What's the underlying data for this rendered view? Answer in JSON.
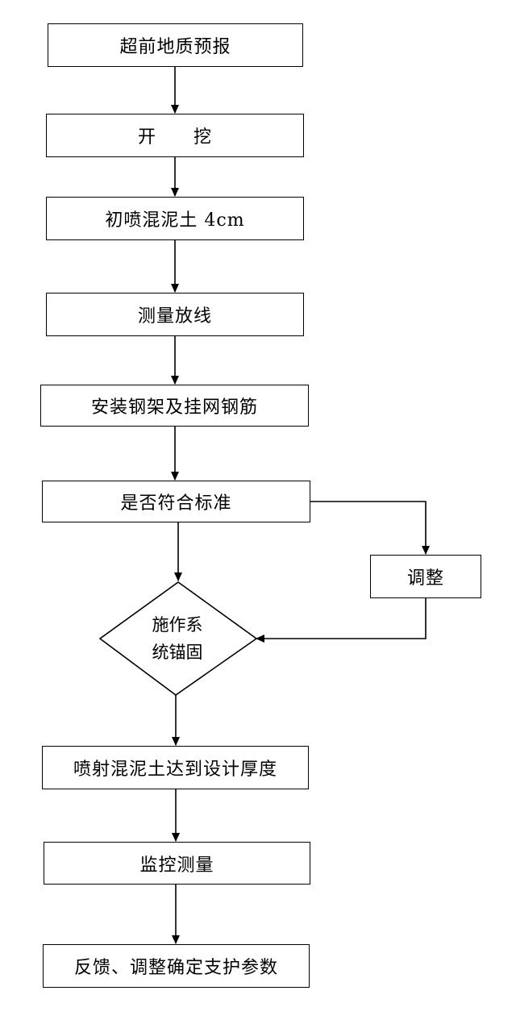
{
  "flowchart": {
    "steps": {
      "forecast": "超前地质预报",
      "excavate": "开　　挖",
      "spray_initial": "初喷混泥土 4cm",
      "survey_layout": "测量放线",
      "install_frame": "安装钢架及挂网钢筋",
      "check_standard": "是否符合标准",
      "adjust": "调整",
      "anchor_line1": "施作系",
      "anchor_line2": "统锚固",
      "spray_thickness": "喷射混泥土达到设计厚度",
      "monitor": "监控测量",
      "feedback": "反馈、调整确定支护参数"
    }
  }
}
